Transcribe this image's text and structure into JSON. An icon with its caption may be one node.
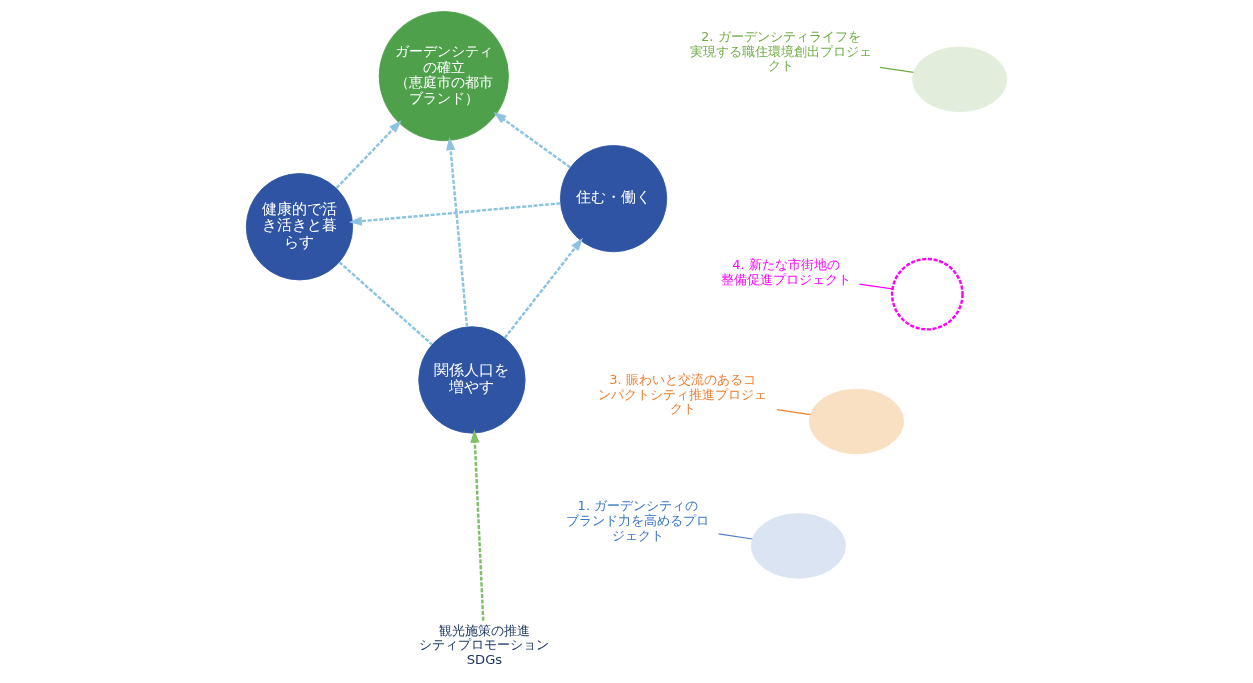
{
  "diagram": {
    "nodes": [
      {
        "text": [
          "1. ガーデンシティのブランド力を高めるプロジェクト"
        ]
      },
      {
        "text": [],
        "shape": "blob"
      },
      {
        "text": [
          "3. 賑わいと交流のあるコンパクトシティ推進プロジェクト"
        ]
      },
      {
        "text": [],
        "shape": "blob"
      },
      {
        "text": [
          "観光施策の推進",
          "シティプロモーション",
          "SDGs"
        ]
      },
      {
        "text": [
          "関係人口を増やす"
        ]
      },
      {
        "text": [
          "健康的で活き活きと暮らす"
        ]
      },
      {
        "text": [
          "ガーデンシティの確立",
          "（恵庭市の都市ブランド）"
        ]
      },
      {
        "text": [
          "住む・働く"
        ]
      },
      {
        "text": [
          "2. ガーデンシティライフを実現する職住環境創出プロジェクト"
        ]
      },
      {
        "text": [],
        "shape": "blob"
      },
      {
        "text": [
          "4. 新たな市街地の整備促進プロジェクト"
        ]
      },
      {
        "text": [],
        "shape": "circle"
      }
    ],
    "edges": [
      {
        "from": 0,
        "to": 1,
        "arrow": "none",
        "color": "#4a7fc9"
      },
      {
        "from": 2,
        "to": 3,
        "arrow": "none",
        "color": "#ed7d31"
      },
      {
        "from": 9,
        "to": 10,
        "arrow": "none",
        "color": "#70ad47"
      },
      {
        "from": 11,
        "to": 12,
        "arrow": "none",
        "color": "#ff00ff"
      },
      {
        "from": 4,
        "to": 5,
        "arrow": "to",
        "style": "dashed",
        "color": "#7fbf6a"
      },
      {
        "from": 6,
        "to": 5,
        "arrow": "none",
        "style": "dashed"
      },
      {
        "from": 5,
        "to": 8,
        "arrow": "to",
        "style": "dashed"
      },
      {
        "from": 8,
        "to": 6,
        "arrow": "to",
        "style": "dashed"
      },
      {
        "from": 5,
        "to": 7,
        "arrow": "to",
        "style": "dashed"
      },
      {
        "from": 6,
        "to": 7,
        "arrow": "to",
        "style": "dashed"
      },
      {
        "from": 8,
        "to": 7,
        "arrow": "to",
        "style": "dashed"
      }
    ]
  }
}
